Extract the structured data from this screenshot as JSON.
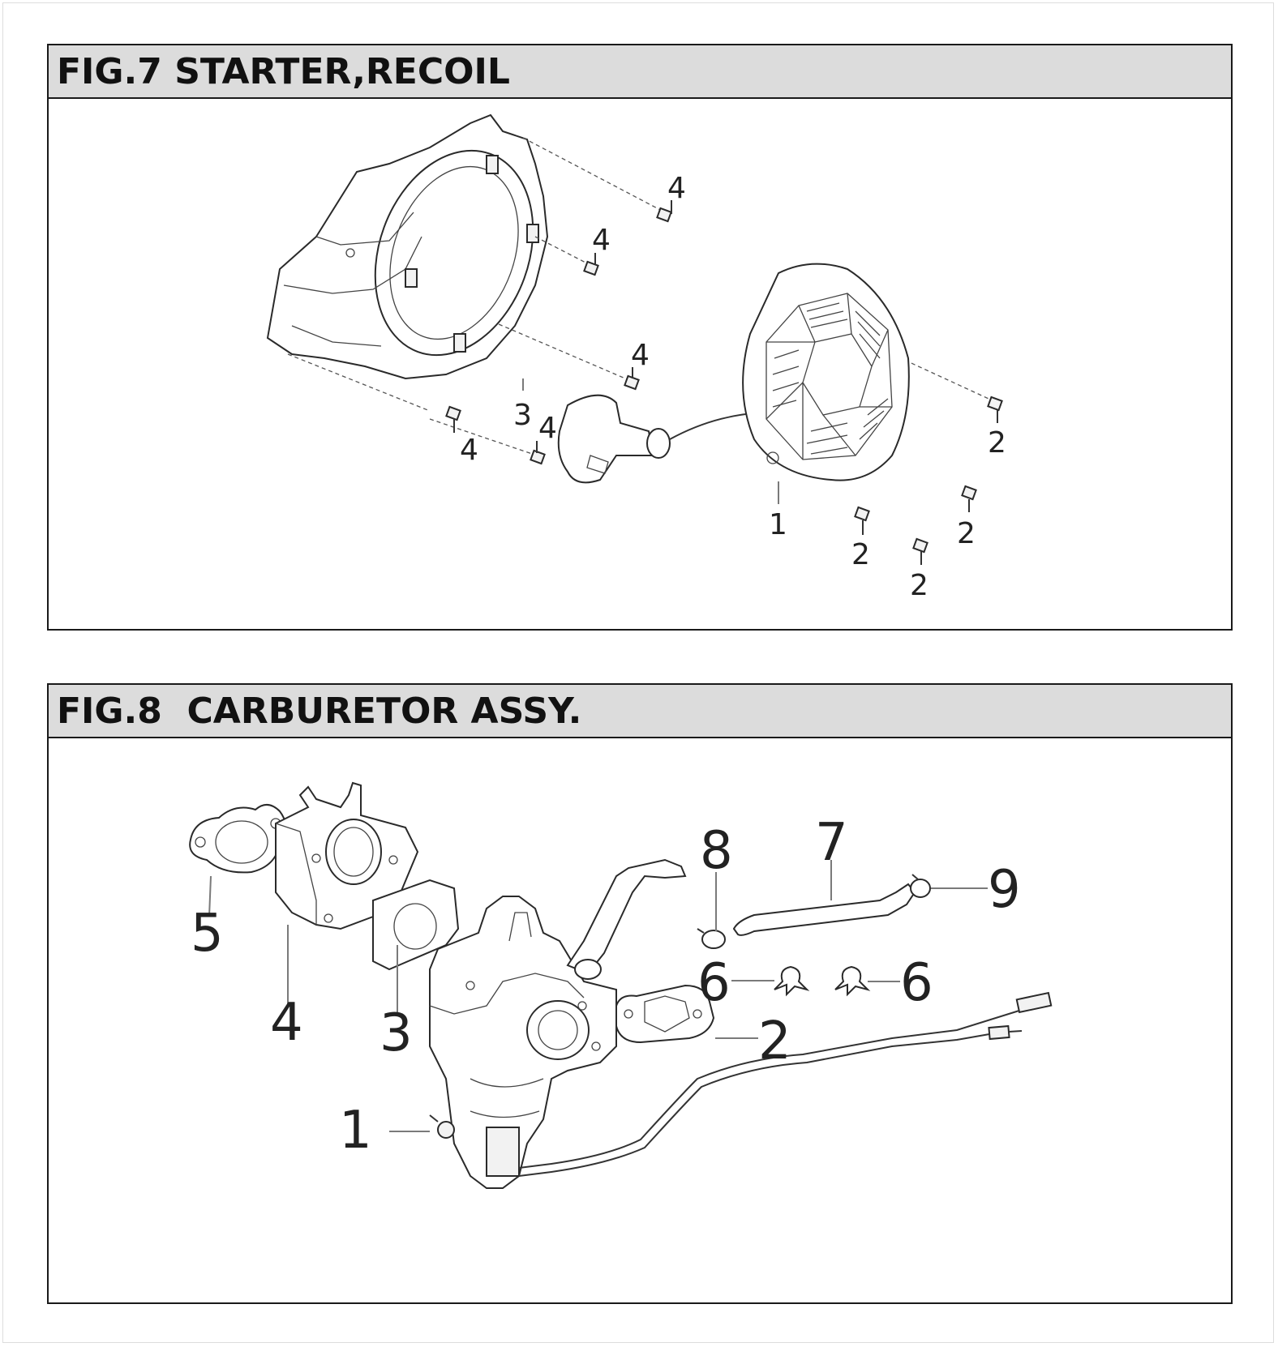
{
  "figures": [
    {
      "title": "FIG.7 STARTER,RECOIL",
      "callouts": {
        "recoil_starter": "1",
        "bolt_a": "2",
        "bolt_b": "2",
        "bolt_c": "2",
        "bolt_d": "2",
        "fan_cover": "3",
        "screw_a": "4",
        "screw_b": "4",
        "screw_c": "4",
        "screw_d": "4",
        "screw_e": "4"
      }
    },
    {
      "title": "FIG.8  CARBURETOR ASSY.",
      "callouts": {
        "carburetor": "1",
        "gasket_carb": "2",
        "gasket_insulator": "3",
        "insulator": "4",
        "gasket_intake": "5",
        "clip_a": "6",
        "clip_b": "6",
        "fuel_pipe": "7",
        "clamp_a": "8",
        "clamp_b": "9"
      }
    }
  ]
}
